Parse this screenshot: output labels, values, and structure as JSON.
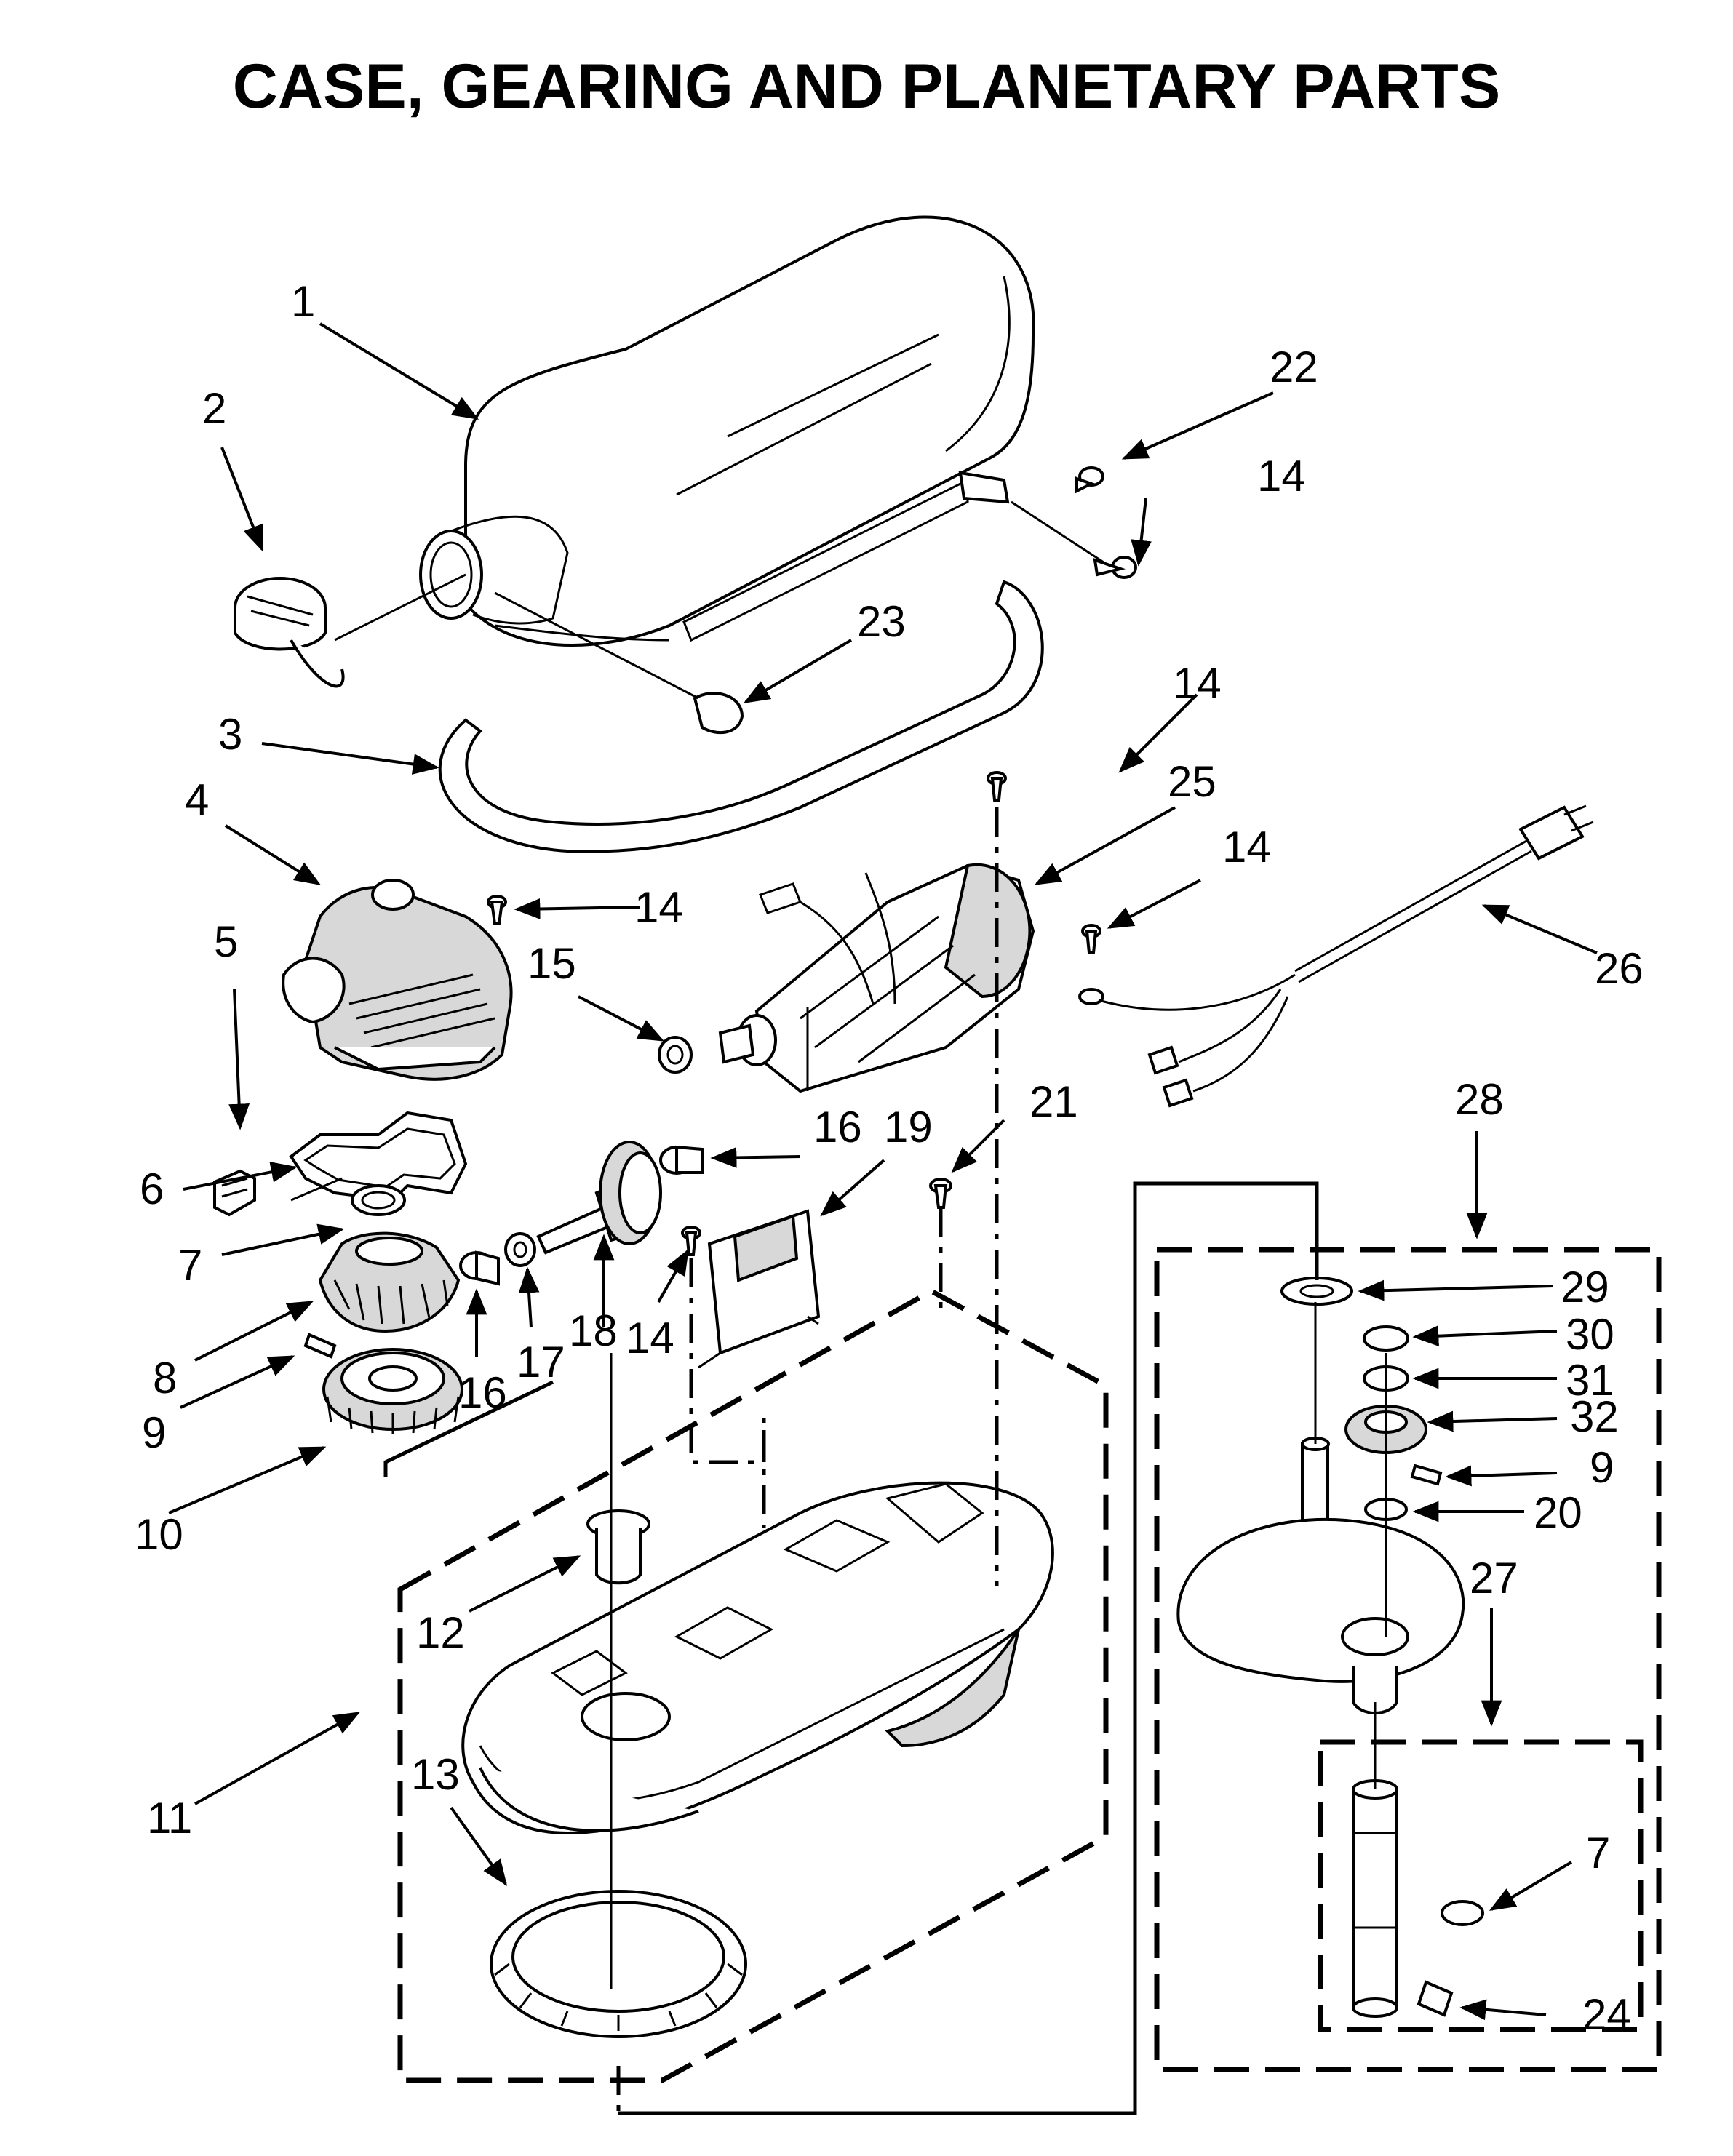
{
  "title": "CASE, GEARING AND PLANETARY PARTS",
  "callouts": {
    "c1": "1",
    "c2": "2",
    "c3": "3",
    "c4": "4",
    "c5": "5",
    "c6": "6",
    "c7a": "7",
    "c8": "8",
    "c9a": "9",
    "c10": "10",
    "c11": "11",
    "c12": "12",
    "c13": "13",
    "c14a": "14",
    "c14b": "14",
    "c14c": "14",
    "c14d": "14",
    "c14e": "14",
    "c15": "15",
    "c16a": "16",
    "c16b": "16",
    "c17": "17",
    "c18": "18",
    "c19": "19",
    "c20": "20",
    "c21": "21",
    "c22": "22",
    "c23": "23",
    "c24": "24",
    "c25": "25",
    "c26": "26",
    "c27": "27",
    "c28": "28",
    "c29": "29",
    "c30": "30",
    "c31": "31",
    "c32": "32",
    "c9b": "9",
    "c7b": "7"
  }
}
